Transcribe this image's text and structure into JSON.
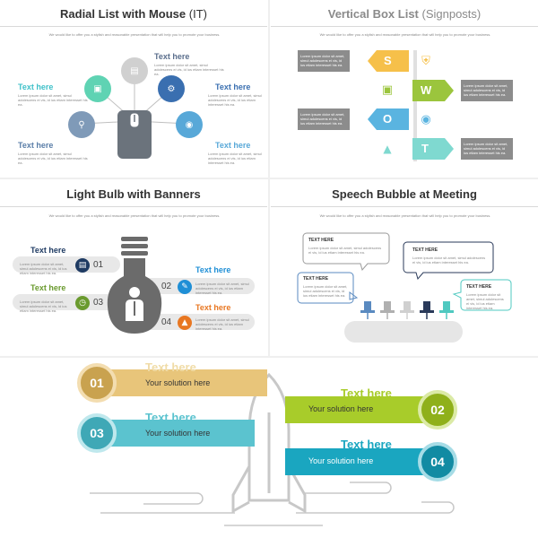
{
  "panels": {
    "radial": {
      "title_main": "Radial List with Mouse",
      "title_sub": " (IT)",
      "subtitle": "We would like to offer you a stylish and reasonable presentation that will help you to promote your business.",
      "items": [
        {
          "heading": "Text here",
          "body": "Lorem ipsum dolor sit amet, simul adolescens ei vis, id ius etiam interesset his ea."
        },
        {
          "heading": "Text here",
          "body": "Lorem ipsum dolor sit amet, simul adolescens ei vis, id ius etiam interesset his ea."
        },
        {
          "heading": "Text here",
          "body": "Lorem ipsum dolor sit amet, simul adolescens ei vis, id ius etiam interesset his ea."
        },
        {
          "heading": "Text here",
          "body": "Lorem ipsum dolor sit amet, simul adolescens ei vis, id ius etiam interesset his ea."
        },
        {
          "heading": "Text here",
          "body": "Lorem ipsum dolor sit amet, simul adolescens ei vis, id ius etiam interesset his ea."
        }
      ],
      "colors": {
        "teal": "#3fc1c9",
        "green": "#5fd3b3",
        "grey": "#c8c8c8",
        "blue": "#3a6fb0",
        "lightblue": "#58a8d8",
        "slate": "#7f9ab8",
        "mouse": "#6b737c"
      }
    },
    "signposts": {
      "title_main": "Vertical Box List",
      "title_sub": " (Signposts)",
      "subtitle": "We would like to offer you a stylish and reasonable presentation that will help you to promote your business.",
      "letters": [
        "S",
        "W",
        "O",
        "T"
      ],
      "box_text": "Lorem ipsum dolor sit amet, simul adolescens ei vis, id ius etiam interesset his ea.",
      "colors": {
        "S": "#f6c04a",
        "W": "#9bc53d",
        "O": "#5ab4e0",
        "T": "#7fd9d0",
        "box": "#8c8c8c"
      }
    },
    "bulb": {
      "title": "Light Bulb with Banners",
      "subtitle": "We would like to offer you a stylish and reasonable presentation that will help you to promote your business.",
      "items": [
        {
          "heading": "Text here",
          "num": "01",
          "body": "Lorem ipsum dolor sit amet, simul adolescens ei vis, id ius etiam interesset his ea."
        },
        {
          "heading": "Text here",
          "num": "02",
          "body": "Lorem ipsum dolor sit amet, simul adolescens ei vis, id ius etiam interesset his ea."
        },
        {
          "heading": "Text here",
          "num": "03",
          "body": "Lorem ipsum dolor sit amet, simul adolescens ei vis, id ius etiam interesset his ea."
        },
        {
          "heading": "Text here",
          "num": "04",
          "body": "Lorem ipsum dolor sit amet, simul adolescens ei vis, id ius etiam interesset his ea."
        }
      ],
      "colors": {
        "navy": "#1f3b63",
        "blue": "#1f8fd6",
        "green": "#6a9a2e",
        "orange": "#e87722",
        "bulb": "#6b6b6b"
      }
    },
    "speech": {
      "title": "Speech Bubble at Meeting",
      "subtitle": "We would like to offer you a stylish and reasonable presentation that will help you to promote your business.",
      "bubbles": [
        {
          "heading": "TEXT HERE",
          "body": "Lorem ipsum dolor sit amet, simul adolescens ei vis, id ius etiam interesset his ea."
        },
        {
          "heading": "TEXT HERE",
          "body": "Lorem ipsum dolor sit amet, simul adolescens ei vis, id ius etiam interesset his ea."
        },
        {
          "heading": "TEXT HERE",
          "body": "Lorem ipsum dolor sit amet, simul adolescens ei vis, id ius etiam interesset his ea."
        },
        {
          "heading": "TEXT HERE",
          "body": "Lorem ipsum dolor sit amet, simul adolescens ei vis, id ius etiam interesset his ea."
        }
      ],
      "colors": {
        "grey": "#9a9a9a",
        "navy": "#2a3a5a",
        "blue": "#5a8ac0",
        "teal": "#4fc9c0"
      }
    },
    "rocket": {
      "items": [
        {
          "num": "01",
          "heading": "Text here",
          "body": "Your solution here",
          "color": "#e8c57a",
          "dark": "#c9a24f"
        },
        {
          "num": "02",
          "heading": "Text here",
          "body": "Your solution here",
          "color": "#a8cc2a",
          "dark": "#8fb01a"
        },
        {
          "num": "03",
          "heading": "Text here",
          "body": "Your solution here",
          "color": "#5bc3cf",
          "dark": "#3fa8b6"
        },
        {
          "num": "04",
          "heading": "Text here",
          "body": "Your solution here",
          "color": "#1aa6c0",
          "dark": "#128ba3"
        }
      ]
    }
  }
}
